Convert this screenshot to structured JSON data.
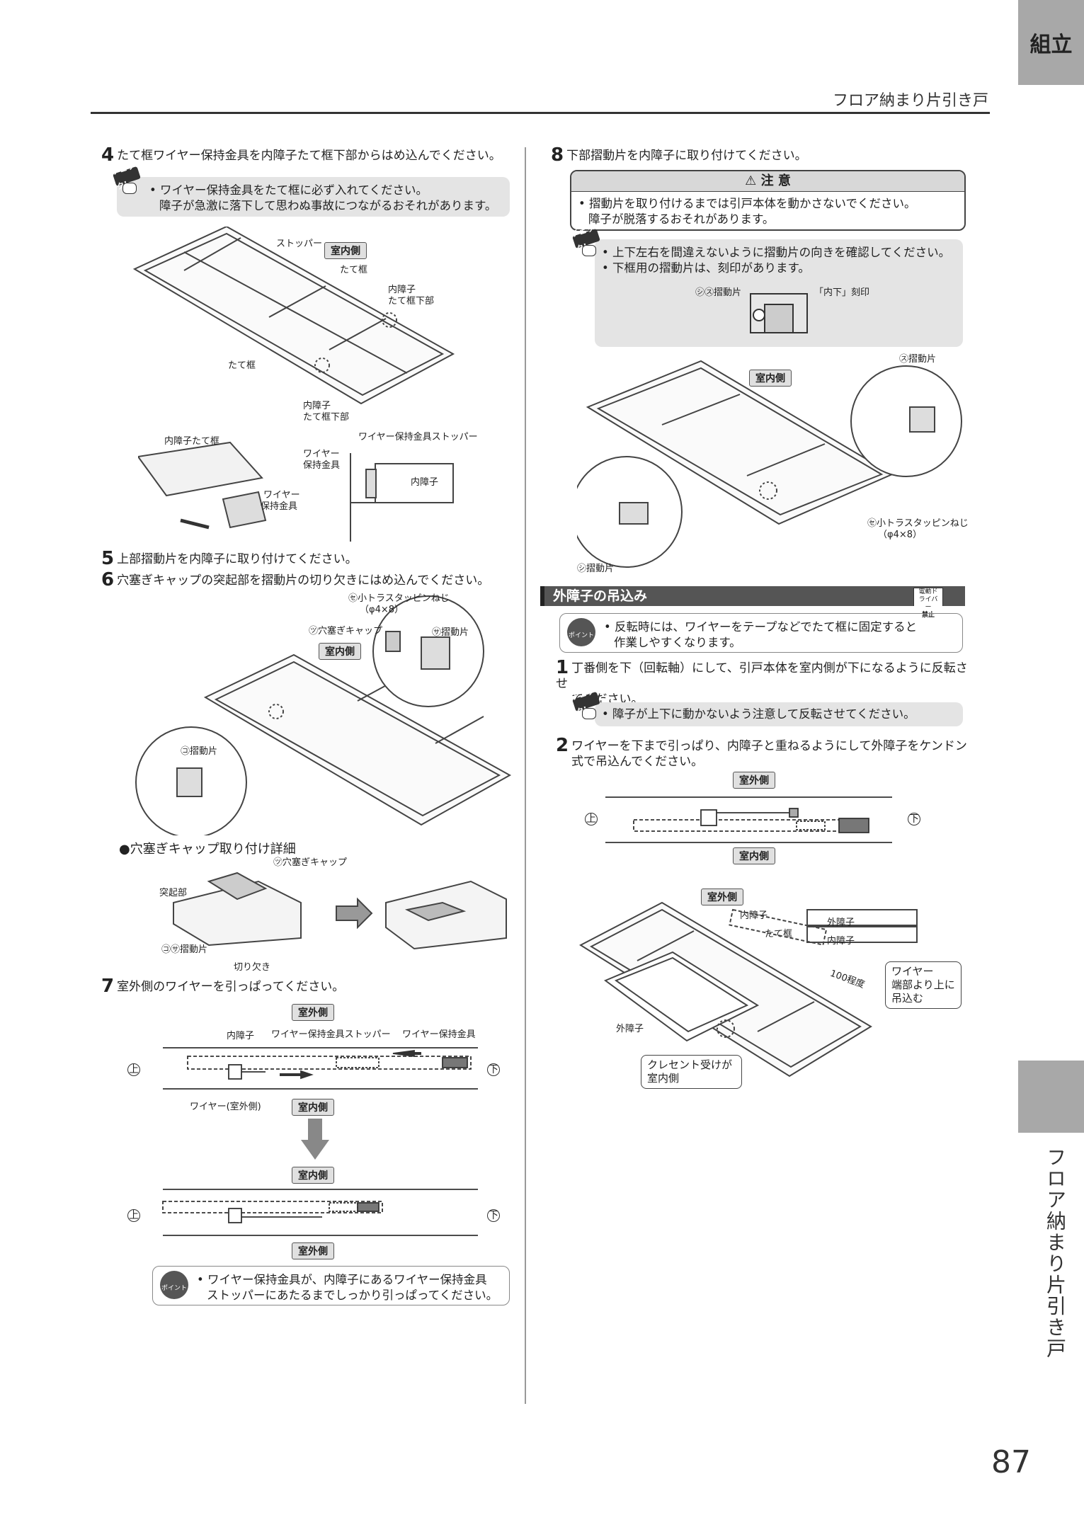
{
  "header": {
    "tab": "組立",
    "title": "フロア納まり片引き戸",
    "side_label": "フロア納まり片引き戸",
    "page_number": "87"
  },
  "left": {
    "step4": {
      "num": "4",
      "text": "たて框ワイヤー保持金具を内障子たて框下部からはめ込んでください。"
    },
    "check4": {
      "badge": "チェック!",
      "line1": "• ワイヤー保持金具をたて框に必ず入れてください。",
      "line2": "障子が急激に落下して思わぬ事故につながるおそれがあります。"
    },
    "fig4": {
      "stopper": "ストッパー",
      "indoor": "室内側",
      "tategamachi": "たて框",
      "inner_bottom_1": "内障子",
      "inner_bottom_2": "たて框下部",
      "tategamachi_left": "たて框",
      "inner_bottom2_1": "内障子",
      "inner_bottom2_2": "たて框下部"
    },
    "fig4b": {
      "inner_stile": "内障子たて框",
      "wire_stopper": "ワイヤー保持金具ストッパー",
      "wire_holder_1": "ワイヤー",
      "wire_holder_2": "保持金具",
      "inner": "内障子",
      "wire_holder_b1": "ワイヤー",
      "wire_holder_b2": "保持金具"
    },
    "step5": {
      "num": "5",
      "text": "上部摺動片を内障子に取り付けてください。"
    },
    "step6": {
      "num": "6",
      "text": "穴塞ぎキャップの突起部を摺動片の切り欠きにはめ込んでください。"
    },
    "fig6": {
      "screw_1": "㋝小トラスタッピンねじ",
      "screw_2": "（φ4×8）",
      "cap": "㋡穴塞ぎキャップ",
      "slide_sa": "㋚摺動片",
      "indoor": "室内側",
      "slide_ko": "㋙摺動片"
    },
    "detail": {
      "title": "●穴塞ぎキャップ取り付け詳細",
      "cap": "㋡穴塞ぎキャップ",
      "protrusion": "突起部",
      "slide": "㋙㋚摺動片",
      "notch": "切り欠き"
    },
    "step7": {
      "num": "7",
      "text": "室外側のワイヤーを引っぱってください。"
    },
    "fig7": {
      "outdoor": "室外側",
      "inner": "内障子",
      "stopper": "ワイヤー保持金具ストッパー",
      "holder": "ワイヤー保持金具",
      "up": "上",
      "down": "下",
      "wire_outdoor": "ワイヤー(室外側)",
      "indoor": "室内側",
      "indoor2": "室内側",
      "outdoor2": "室外側"
    },
    "point7": {
      "line1": "• ワイヤー保持金具が、内障子にあるワイヤー保持金具",
      "line2": "ストッパーにあたるまでしっかり引っぱってください。",
      "icon": "ポイント"
    }
  },
  "right": {
    "step8": {
      "num": "8",
      "text": "下部摺動片を内障子に取り付けてください。"
    },
    "caution": {
      "head": "注 意",
      "line1": "• 摺動片を取り付けるまでは引戸本体を動かさないでください。",
      "line2": "障子が脱落するおそれがあります。"
    },
    "check8": {
      "badge": "チェック!",
      "line1": "• 上下左右を間違えないように摺動片の向きを確認してください。",
      "line2": "• 下框用の摺動片は、刻印があります。",
      "slide_label": "㋛㋜摺動片",
      "stamp": "「内下」刻印"
    },
    "fig8": {
      "indoor": "室内側",
      "slide_su": "㋜摺動片",
      "screw_1": "㋝小トラスタッピンねじ",
      "screw_2": "（φ4×8）",
      "slide_shi": "㋛摺動片"
    },
    "section": {
      "title": "外障子の吊込み",
      "ban_1": "電動ドライバー",
      "ban_2": "禁止"
    },
    "point": {
      "icon": "ポイント",
      "line1": "• 反転時には、ワイヤーをテープなどでたて框に固定すると",
      "line2": "作業しやすくなります。"
    },
    "step1": {
      "num": "1",
      "line1": "丁番側を下（回転軸）にして、引戸本体を室内側が下になるように反転させ",
      "line2": "てください。"
    },
    "check1": {
      "badge": "チェック!",
      "line1": "• 障子が上下に動かないよう注意して反転させてください。"
    },
    "step2": {
      "num": "2",
      "line1": "ワイヤーを下まで引っぱり、内障子と重ねるようにして外障子をケンドン",
      "line2": "式で吊込んでください。"
    },
    "fig2": {
      "outdoor": "室外側",
      "up": "上",
      "down": "下",
      "indoor": "室内側"
    },
    "fig2b": {
      "outdoor": "室外側",
      "inner": "内障子",
      "tategamachi": "たて框",
      "outer_lbl": "外障子",
      "inner_lbl": "内障子",
      "approx": "100程度",
      "callout_1": "ワイヤー",
      "callout_2": "端部より上に",
      "callout_3": "吊込む",
      "outer": "外障子",
      "crescent_1": "クレセント受けが",
      "crescent_2": "室内側"
    }
  }
}
